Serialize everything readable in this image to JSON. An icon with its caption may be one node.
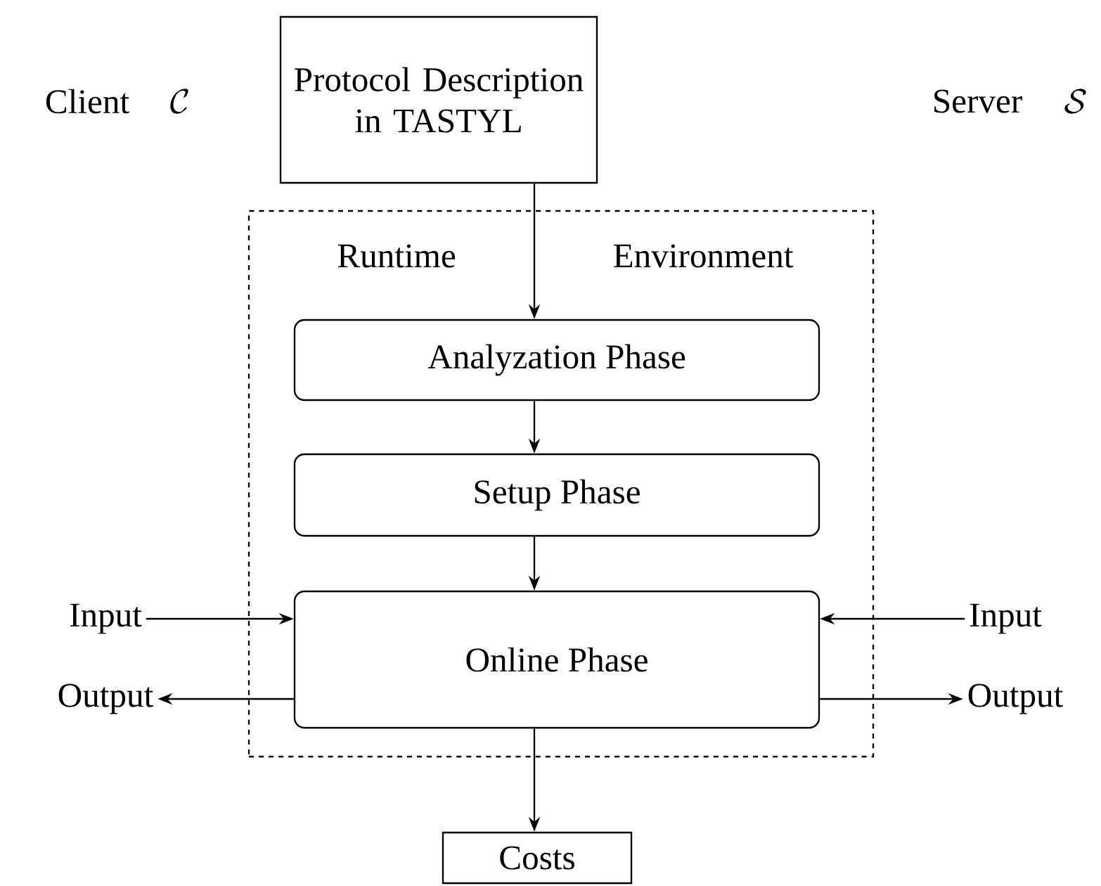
{
  "diagram": {
    "nodes": [
      {
        "text": [
          "Protocol Description in TASTYL"
        ]
      },
      {
        "text": [
          "Runtime",
          "Environment"
        ]
      },
      {
        "text": [
          "Analyzation Phase"
        ],
        "in": 1
      },
      {
        "text": [
          "Setup Phase"
        ],
        "in": 1
      },
      {
        "text": [
          "Online Phase"
        ],
        "in": 1
      },
      {
        "text": [
          "Costs"
        ]
      },
      {
        "text": [
          "Input"
        ]
      },
      {
        "text": [
          "Output"
        ]
      },
      {
        "text": [
          "Input"
        ]
      },
      {
        "text": [
          "Output"
        ]
      }
    ],
    "edges": [
      {
        "from": 0,
        "to": 2,
        "arrow": "to"
      },
      {
        "from": 2,
        "to": 3,
        "arrow": "to"
      },
      {
        "from": 3,
        "to": 4,
        "arrow": "to"
      },
      {
        "from": 4,
        "to": 5,
        "arrow": "to"
      },
      {
        "from": 6,
        "to": 4,
        "arrow": "to"
      },
      {
        "from": 4,
        "to": 7,
        "arrow": "to"
      },
      {
        "from": 8,
        "to": 4,
        "arrow": "to"
      },
      {
        "from": 4,
        "to": 9,
        "arrow": "to"
      }
    ],
    "labels": [
      "Client",
      "\\mathcal{C}",
      "Server",
      "\\mathcal{S}"
    ]
  }
}
